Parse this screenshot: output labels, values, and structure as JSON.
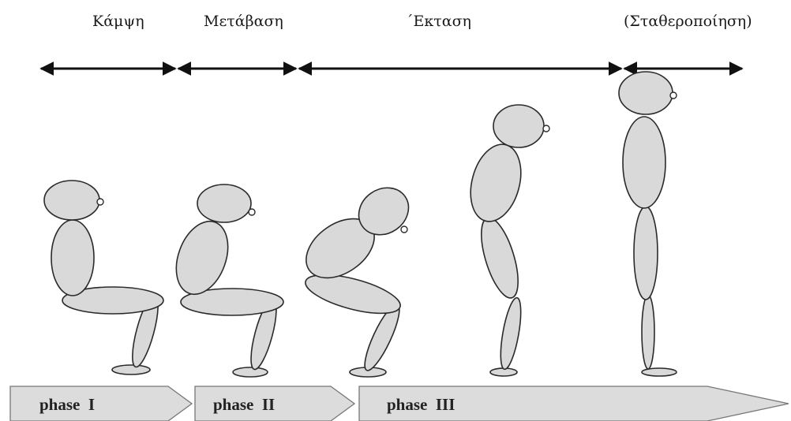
{
  "stage_labels": {
    "kampsi": "Κάμψη",
    "metavasi": "Μετάβαση",
    "ektasi": "΄Εκταση",
    "statheropoiisi": "(Σταθεροποίηση)"
  },
  "phases": {
    "phase1": "phase  I",
    "phase2": "phase  II",
    "phase3": "phase  III"
  },
  "colors": {
    "figure_fill": "#d9d9d9",
    "figure_stroke": "#2a2a2a",
    "phase_fill": "#dcdcdc",
    "arrow": "#111111"
  }
}
